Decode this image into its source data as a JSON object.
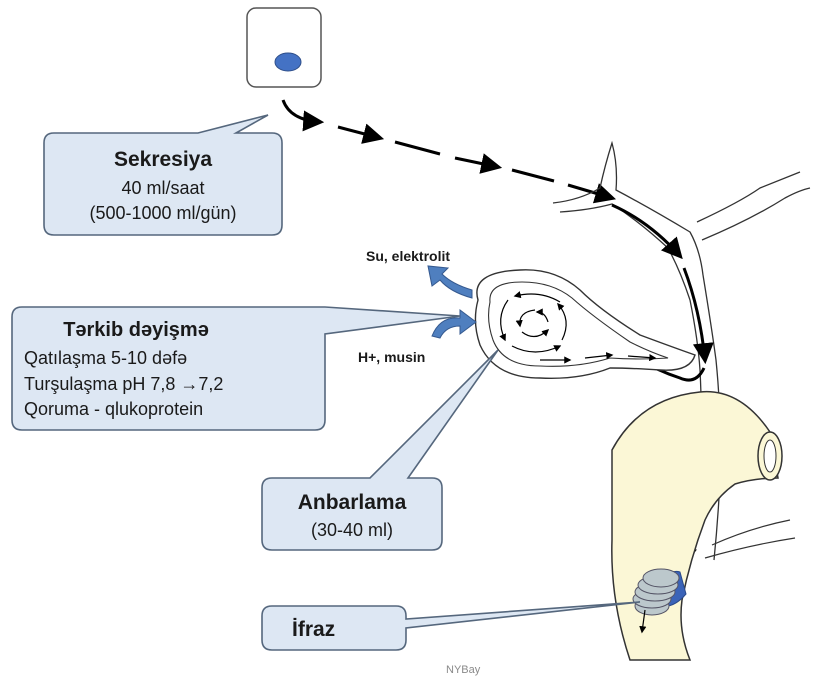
{
  "diagram": {
    "secretion": {
      "title": "Sekresiya",
      "line1": "40 ml/saat",
      "line2": "(500-1000 ml/gün)"
    },
    "composition": {
      "title": "Tərkib dəyişmə",
      "line1": "Qatılaşma 5-10 dəfə",
      "line2": "Turşulaşma pH 7,8 →7,2",
      "line3": "Qoruma - qlukoprotein"
    },
    "storage": {
      "title": "Anbarlama",
      "line1": "(30-40 ml)"
    },
    "excretion": {
      "title": "İfraz"
    },
    "labels": {
      "water_out": "Su, elektrolit",
      "acid_in": "H+, musin"
    },
    "watermark": "NYBay",
    "colors": {
      "callout_fill": "#dde7f3",
      "callout_stroke": "#55677d",
      "cell_nucleus": "#4472c4",
      "flow_arrow": "#4f7fbf",
      "duodenum_fill": "#fbf7d6",
      "sphincter": "#bcc8cc"
    }
  }
}
